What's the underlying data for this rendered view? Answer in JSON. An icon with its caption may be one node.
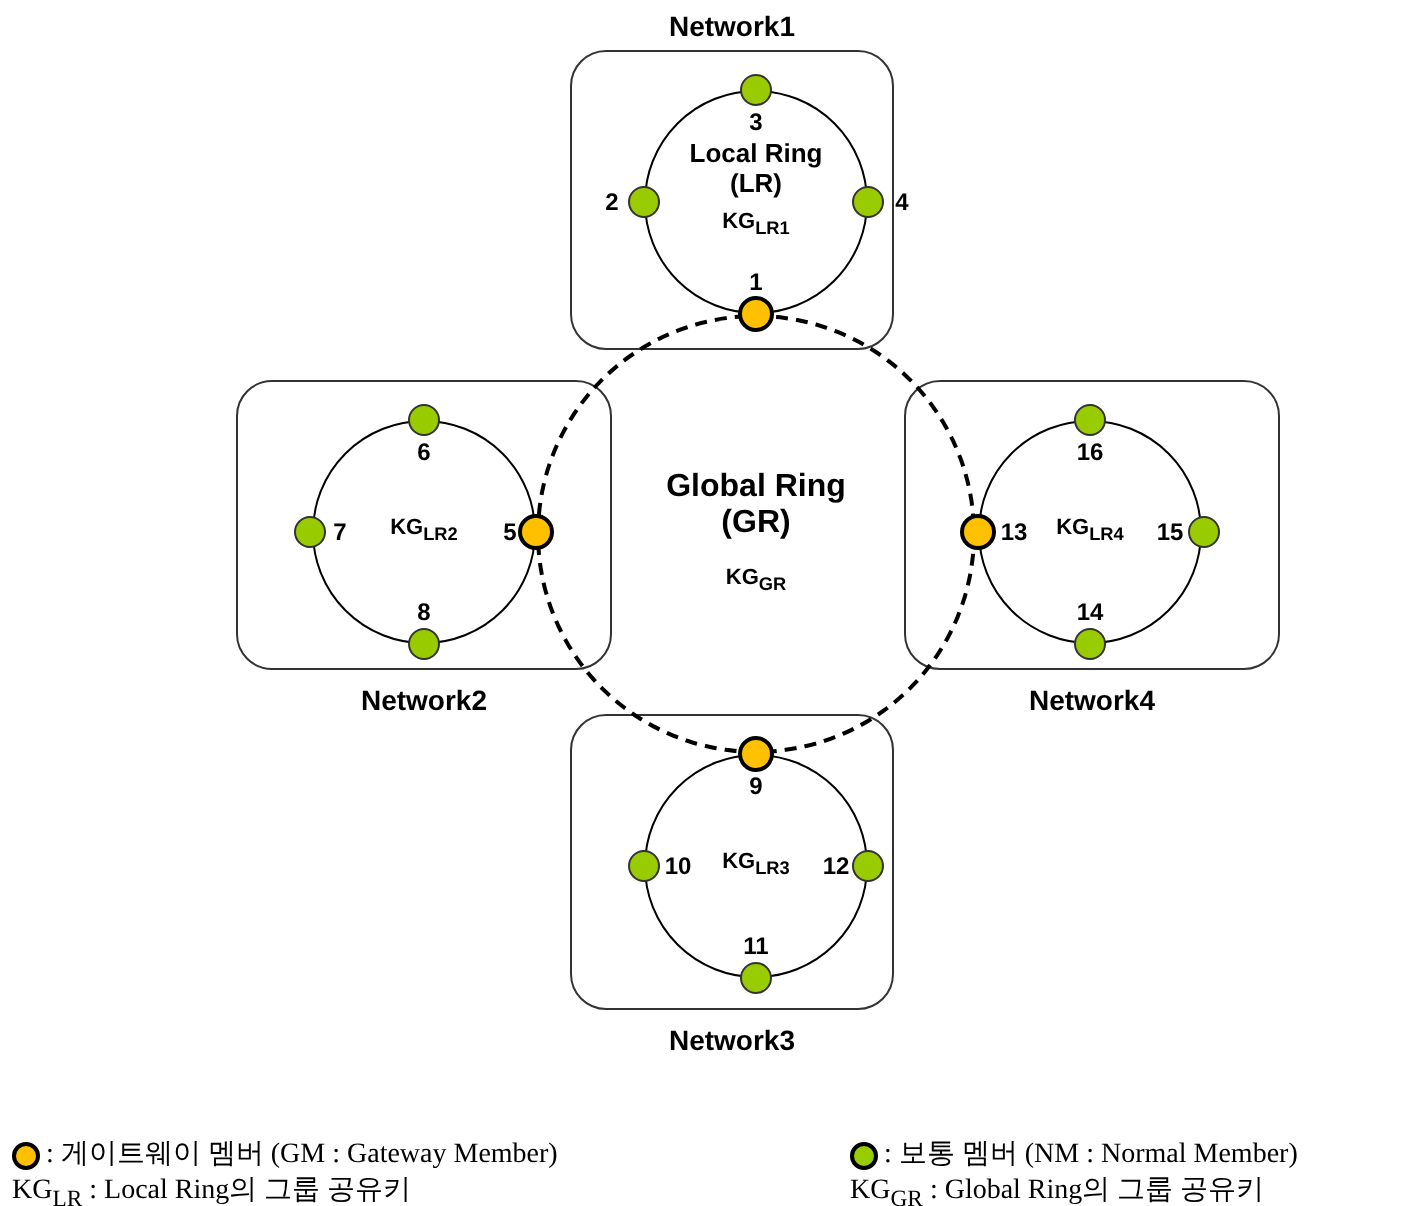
{
  "diagram": {
    "nodes": [
      {
        "text": [
          "Network1"
        ]
      },
      {
        "text": [
          "Local Ring (LR)",
          "KG$_{LR1}$"
        ],
        "in": 0
      },
      {
        "text": [],
        "shape": "circle",
        "beside": [
          "3"
        ],
        "in": 0
      },
      {
        "text": [],
        "shape": "circle",
        "beside": [
          "2"
        ],
        "in": 0
      },
      {
        "text": [],
        "shape": "circle",
        "beside": [
          "4"
        ],
        "in": 0
      },
      {
        "text": [],
        "shape": "circle",
        "beside": [
          "1"
        ],
        "in": 0
      },
      {
        "text": [
          "Global Ring (GR)",
          "KG$_{GR}$"
        ]
      },
      {
        "text": [
          "Network2"
        ]
      },
      {
        "text": [
          "KG$_{LR2}$"
        ],
        "in": 7
      },
      {
        "text": [],
        "shape": "circle",
        "beside": [
          "6"
        ],
        "in": 7
      },
      {
        "text": [],
        "shape": "circle",
        "beside": [
          "7"
        ],
        "in": 7
      },
      {
        "text": [],
        "shape": "circle",
        "beside": [
          "5"
        ],
        "in": 7
      },
      {
        "text": [],
        "shape": "circle",
        "beside": [
          "8"
        ],
        "in": 7
      },
      {
        "text": [
          "Network4"
        ]
      },
      {
        "text": [
          "KG$_{LR4}$"
        ],
        "in": 13
      },
      {
        "text": [],
        "shape": "circle",
        "beside": [
          "16"
        ],
        "in": 13
      },
      {
        "text": [],
        "shape": "circle",
        "beside": [
          "13"
        ],
        "in": 13
      },
      {
        "text": [],
        "shape": "circle",
        "beside": [
          "15"
        ],
        "in": 13
      },
      {
        "text": [],
        "shape": "circle",
        "beside": [
          "14"
        ],
        "in": 13
      },
      {
        "text": [
          "Network3"
        ]
      },
      {
        "text": [
          "KG$_{LR3}$"
        ],
        "in": 19
      },
      {
        "text": [],
        "shape": "circle",
        "beside": [
          "9"
        ],
        "in": 19
      },
      {
        "text": [],
        "shape": "circle",
        "beside": [
          "10"
        ],
        "in": 19
      },
      {
        "text": [],
        "shape": "circle",
        "beside": [
          "12"
        ],
        "in": 19
      },
      {
        "text": [],
        "shape": "circle",
        "beside": [
          "11"
        ],
        "in": 19
      }
    ],
    "labels": [
      "KG$_{LR}$ : Local Ring의 그룹 공유키",
      "KG$_{GR}$ : Global Ring의 그룹 공유키"
    ],
    "legend": [
      {
        "text": ": 게이트웨이 멤버 (GM : Gateway Member)",
        "color": "#ffc000"
      },
      {
        "text": ": 보통 멤버 (NM : Normal Member)",
        "color": "#99cc00"
      }
    ]
  }
}
